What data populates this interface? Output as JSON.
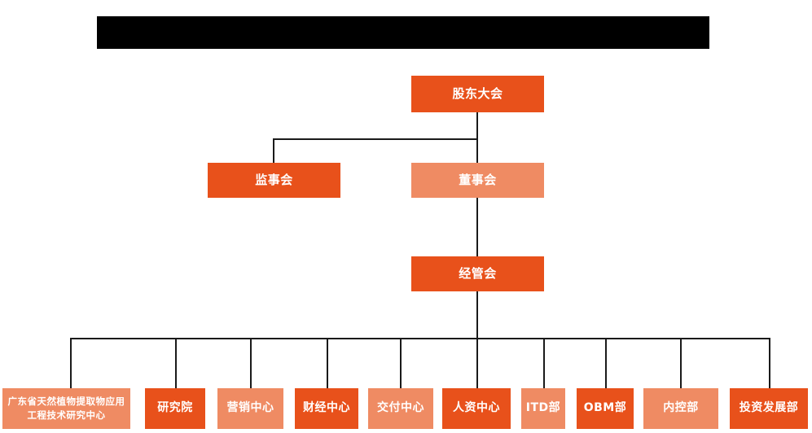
{
  "page": {
    "title_bar": {
      "name": "redacted-title-bar",
      "visible_text": "",
      "color": "#000000"
    },
    "background_color": "#ffffff",
    "colors": {
      "node_dark": "#e8511b",
      "node_light": "#ef8b63",
      "connector": "#1a1a1a",
      "node_text": "#ffffff"
    }
  },
  "org_chart": {
    "levels": [
      {
        "level": 1,
        "nodes": [
          {
            "id": "shareholders-meeting",
            "label": "股东大会",
            "style": "dark"
          }
        ]
      },
      {
        "level": 2,
        "nodes": [
          {
            "id": "board-of-supervisors",
            "label": "监事会",
            "style": "dark"
          },
          {
            "id": "board-of-directors",
            "label": "董事会",
            "style": "light"
          }
        ]
      },
      {
        "level": 3,
        "nodes": [
          {
            "id": "management-committee",
            "label": "经管会",
            "style": "dark"
          }
        ]
      },
      {
        "level": 4,
        "nodes": [
          {
            "id": "guangdong-research-center",
            "label": "广东省天然植物提取物应用工程技术研究中心",
            "style": "light"
          },
          {
            "id": "research-institute",
            "label": "研究院",
            "style": "dark"
          },
          {
            "id": "marketing-center",
            "label": "营销中心",
            "style": "light"
          },
          {
            "id": "finance-center",
            "label": "财经中心",
            "style": "dark"
          },
          {
            "id": "delivery-center",
            "label": "交付中心",
            "style": "light"
          },
          {
            "id": "hr-center",
            "label": "人资中心",
            "style": "dark"
          },
          {
            "id": "itd-department",
            "label": "ITD部",
            "style": "light"
          },
          {
            "id": "obm-department",
            "label": "OBM部",
            "style": "dark"
          },
          {
            "id": "internal-control-department",
            "label": "内控部",
            "style": "light"
          },
          {
            "id": "investment-development-department",
            "label": "投资发展部",
            "style": "dark"
          }
        ]
      }
    ]
  }
}
